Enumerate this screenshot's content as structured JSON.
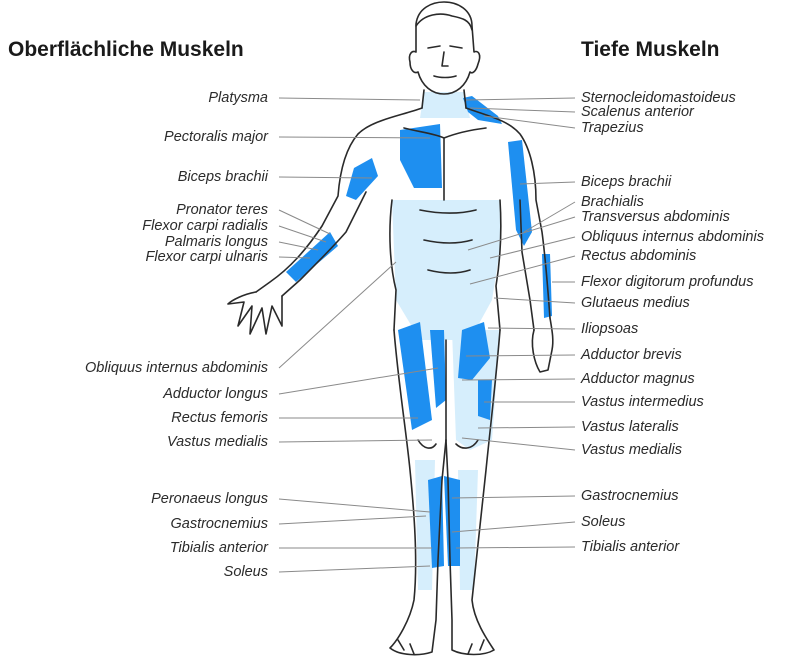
{
  "headings": {
    "left": "Oberflächliche Muskeln",
    "right": "Tiefe Muskeln"
  },
  "colors": {
    "muscle_deep": "#1e8ff0",
    "muscle_light": "#d6eefc",
    "outline": "#2a2a2a",
    "leader": "#8a8a8a",
    "text": "#2b2b2b"
  },
  "left_labels": [
    "Platysma",
    "Pectoralis major",
    "Biceps brachii",
    "Pronator teres",
    "Flexor carpi radialis",
    "Palmaris longus",
    "Flexor carpi ulnaris",
    "Obliquus internus abdominis",
    "Adductor longus",
    "Rectus femoris",
    "Vastus medialis",
    "Peronaeus longus",
    "Gastrocnemius",
    "Tibialis anterior",
    "Soleus"
  ],
  "right_labels": [
    "Sternocleidomastoideus",
    "Scalenus anterior",
    "Trapezius",
    "Biceps brachii",
    "Brachialis",
    "Transversus abdominis",
    "Obliquus internus abdominis",
    "Rectus abdominis",
    "Flexor digitorum profundus",
    "Glutaeus medius",
    "Iliopsoas",
    "Adductor brevis",
    "Adductor magnus",
    "Vastus intermedius",
    "Vastus lateralis",
    "Vastus medialis",
    "Gastrocnemius",
    "Soleus",
    "Tibialis anterior"
  ]
}
